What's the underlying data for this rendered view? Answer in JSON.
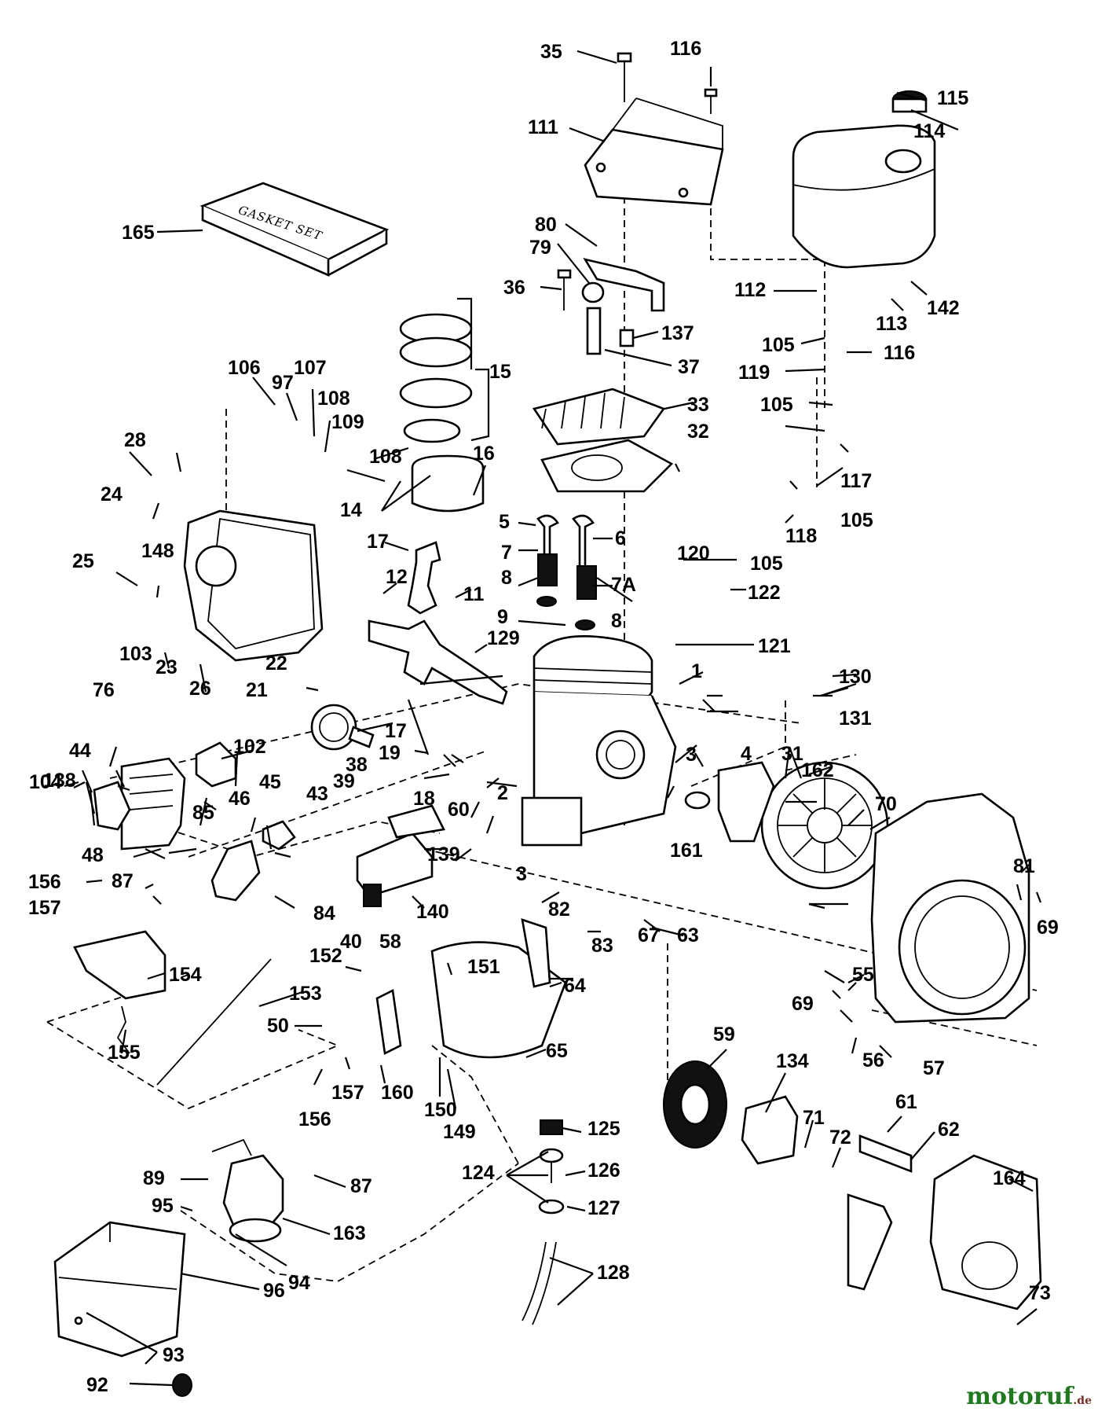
{
  "diagram": {
    "gasket_set_text": "GASKET SET",
    "labels": [
      {
        "id": "35",
        "text": "35"
      },
      {
        "id": "116a",
        "text": "116"
      },
      {
        "id": "115",
        "text": "115"
      },
      {
        "id": "114",
        "text": "114"
      },
      {
        "id": "111",
        "text": "111"
      },
      {
        "id": "165",
        "text": "165"
      },
      {
        "id": "80",
        "text": "80"
      },
      {
        "id": "79",
        "text": "79"
      },
      {
        "id": "36",
        "text": "36"
      },
      {
        "id": "112",
        "text": "112"
      },
      {
        "id": "113",
        "text": "113"
      },
      {
        "id": "142",
        "text": "142"
      },
      {
        "id": "137",
        "text": "137"
      },
      {
        "id": "105a",
        "text": "105"
      },
      {
        "id": "116b",
        "text": "116"
      },
      {
        "id": "15",
        "text": "15"
      },
      {
        "id": "37",
        "text": "37"
      },
      {
        "id": "106",
        "text": "106"
      },
      {
        "id": "97",
        "text": "97"
      },
      {
        "id": "107",
        "text": "107"
      },
      {
        "id": "119",
        "text": "119"
      },
      {
        "id": "108a",
        "text": "108"
      },
      {
        "id": "33",
        "text": "33"
      },
      {
        "id": "105b",
        "text": "105"
      },
      {
        "id": "109",
        "text": "109"
      },
      {
        "id": "28",
        "text": "28"
      },
      {
        "id": "32",
        "text": "32"
      },
      {
        "id": "117",
        "text": "117"
      },
      {
        "id": "108b",
        "text": "108"
      },
      {
        "id": "16",
        "text": "16"
      },
      {
        "id": "24",
        "text": "24"
      },
      {
        "id": "14",
        "text": "14"
      },
      {
        "id": "105c",
        "text": "105"
      },
      {
        "id": "5",
        "text": "5"
      },
      {
        "id": "118",
        "text": "118"
      },
      {
        "id": "6",
        "text": "6"
      },
      {
        "id": "148",
        "text": "148"
      },
      {
        "id": "17a",
        "text": "17"
      },
      {
        "id": "105d",
        "text": "105"
      },
      {
        "id": "7",
        "text": "7"
      },
      {
        "id": "120",
        "text": "120"
      },
      {
        "id": "25",
        "text": "25"
      },
      {
        "id": "12",
        "text": "12"
      },
      {
        "id": "8a",
        "text": "8"
      },
      {
        "id": "7A",
        "text": "7A"
      },
      {
        "id": "122",
        "text": "122"
      },
      {
        "id": "11",
        "text": "11"
      },
      {
        "id": "9",
        "text": "9"
      },
      {
        "id": "8b",
        "text": "8"
      },
      {
        "id": "121",
        "text": "121"
      },
      {
        "id": "129",
        "text": "129"
      },
      {
        "id": "22",
        "text": "22"
      },
      {
        "id": "23",
        "text": "23"
      },
      {
        "id": "26",
        "text": "26"
      },
      {
        "id": "103",
        "text": "103"
      },
      {
        "id": "130",
        "text": "130"
      },
      {
        "id": "76",
        "text": "76"
      },
      {
        "id": "1",
        "text": "1"
      },
      {
        "id": "21",
        "text": "21"
      },
      {
        "id": "131",
        "text": "131"
      },
      {
        "id": "44",
        "text": "44"
      },
      {
        "id": "17b",
        "text": "17"
      },
      {
        "id": "102",
        "text": "102"
      },
      {
        "id": "31",
        "text": "31"
      },
      {
        "id": "3a",
        "text": "3"
      },
      {
        "id": "4",
        "text": "4"
      },
      {
        "id": "162",
        "text": "162"
      },
      {
        "id": "138",
        "text": "138"
      },
      {
        "id": "19",
        "text": "19"
      },
      {
        "id": "104",
        "text": "104"
      },
      {
        "id": "45",
        "text": "45"
      },
      {
        "id": "2",
        "text": "2"
      },
      {
        "id": "38",
        "text": "38"
      },
      {
        "id": "18",
        "text": "18"
      },
      {
        "id": "70",
        "text": "70"
      },
      {
        "id": "43",
        "text": "43"
      },
      {
        "id": "39",
        "text": "39"
      },
      {
        "id": "46",
        "text": "46"
      },
      {
        "id": "85",
        "text": "85"
      },
      {
        "id": "60",
        "text": "60"
      },
      {
        "id": "161",
        "text": "161"
      },
      {
        "id": "139",
        "text": "139"
      },
      {
        "id": "48",
        "text": "48"
      },
      {
        "id": "81",
        "text": "81"
      },
      {
        "id": "3b",
        "text": "3"
      },
      {
        "id": "156a",
        "text": "156"
      },
      {
        "id": "87a",
        "text": "87"
      },
      {
        "id": "69a",
        "text": "69"
      },
      {
        "id": "157a",
        "text": "157"
      },
      {
        "id": "84",
        "text": "84"
      },
      {
        "id": "140",
        "text": "140"
      },
      {
        "id": "82",
        "text": "82"
      },
      {
        "id": "67",
        "text": "67"
      },
      {
        "id": "63",
        "text": "63"
      },
      {
        "id": "40",
        "text": "40"
      },
      {
        "id": "58",
        "text": "58"
      },
      {
        "id": "83",
        "text": "83"
      },
      {
        "id": "152",
        "text": "152"
      },
      {
        "id": "151",
        "text": "151"
      },
      {
        "id": "154",
        "text": "154"
      },
      {
        "id": "55",
        "text": "55"
      },
      {
        "id": "64",
        "text": "64"
      },
      {
        "id": "153",
        "text": "153"
      },
      {
        "id": "69b",
        "text": "69"
      },
      {
        "id": "50",
        "text": "50"
      },
      {
        "id": "59",
        "text": "59"
      },
      {
        "id": "155",
        "text": "155"
      },
      {
        "id": "65",
        "text": "65"
      },
      {
        "id": "56",
        "text": "56"
      },
      {
        "id": "57",
        "text": "57"
      },
      {
        "id": "134",
        "text": "134"
      },
      {
        "id": "157b",
        "text": "157"
      },
      {
        "id": "160",
        "text": "160"
      },
      {
        "id": "156b",
        "text": "156"
      },
      {
        "id": "150",
        "text": "150"
      },
      {
        "id": "61",
        "text": "61"
      },
      {
        "id": "149",
        "text": "149"
      },
      {
        "id": "71",
        "text": "71"
      },
      {
        "id": "62",
        "text": "62"
      },
      {
        "id": "72",
        "text": "72"
      },
      {
        "id": "125",
        "text": "125"
      },
      {
        "id": "89",
        "text": "89"
      },
      {
        "id": "87b",
        "text": "87"
      },
      {
        "id": "124",
        "text": "124"
      },
      {
        "id": "126",
        "text": "126"
      },
      {
        "id": "164",
        "text": "164"
      },
      {
        "id": "95",
        "text": "95"
      },
      {
        "id": "163",
        "text": "163"
      },
      {
        "id": "127",
        "text": "127"
      },
      {
        "id": "94",
        "text": "94"
      },
      {
        "id": "128",
        "text": "128"
      },
      {
        "id": "96",
        "text": "96"
      },
      {
        "id": "73",
        "text": "73"
      },
      {
        "id": "93",
        "text": "93"
      },
      {
        "id": "92",
        "text": "92"
      }
    ]
  },
  "watermark": {
    "text": "motoruf",
    "suffix": ".de"
  }
}
